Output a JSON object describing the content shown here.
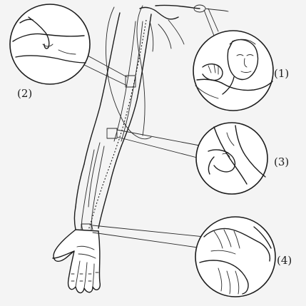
{
  "labels": {
    "one": "(1)",
    "two": "(2)",
    "three": "(3)",
    "four": "(4)"
  }
}
